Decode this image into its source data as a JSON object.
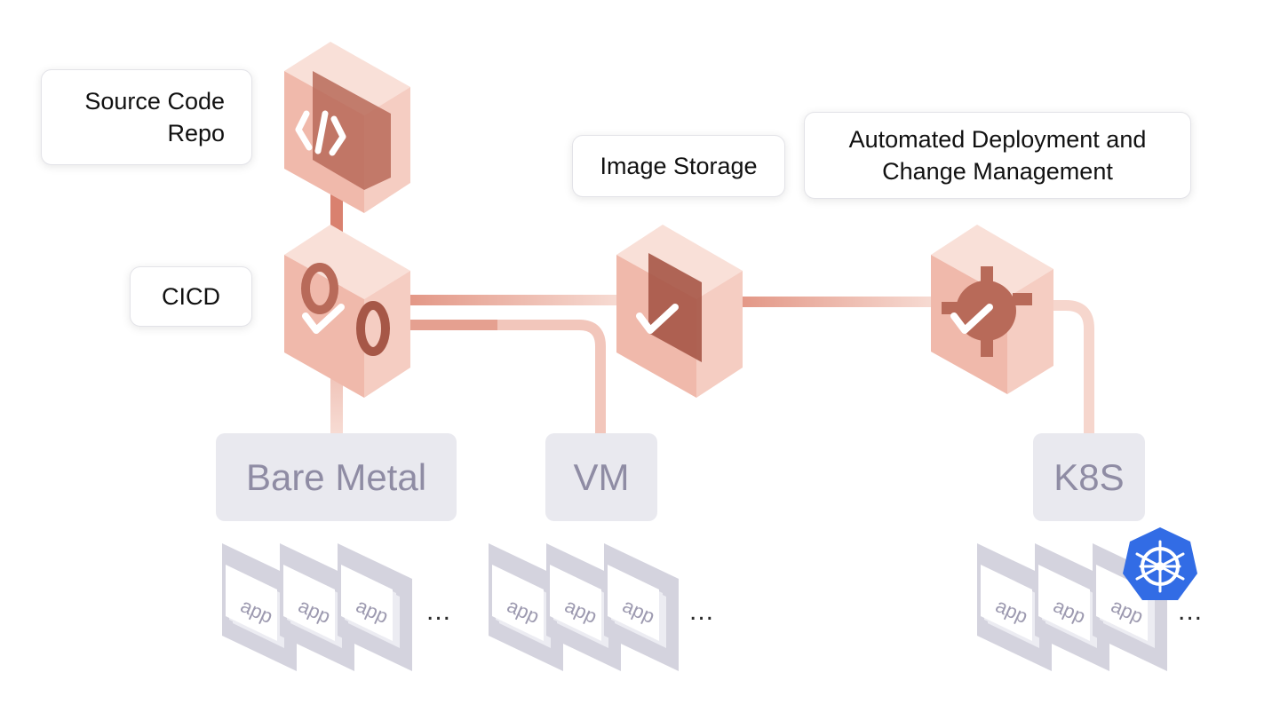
{
  "labels": {
    "source_repo": "Source Code\nRepo",
    "cicd": "CICD",
    "image_storage": "Image Storage",
    "deployment": "Automated Deployment and\nChange Management"
  },
  "targets": {
    "bare_metal": "Bare Metal",
    "vm": "VM",
    "k8s": "K8S"
  },
  "app_label": "app",
  "ellipsis": "...",
  "colors": {
    "cube_light": "#f7d8cf",
    "cube_mid": "#e9a697",
    "cube_dark": "#c97968",
    "pipe": "#eaa191",
    "pipe_light": "#f6d6cd",
    "target_bg": "#e9e9ef",
    "target_text": "#8f8ca4",
    "k8s_blue": "#326ce5"
  },
  "icons": [
    "code-icon",
    "infinity-icon",
    "bar-icon",
    "gear-icon",
    "check-icon",
    "kubernetes-icon"
  ]
}
